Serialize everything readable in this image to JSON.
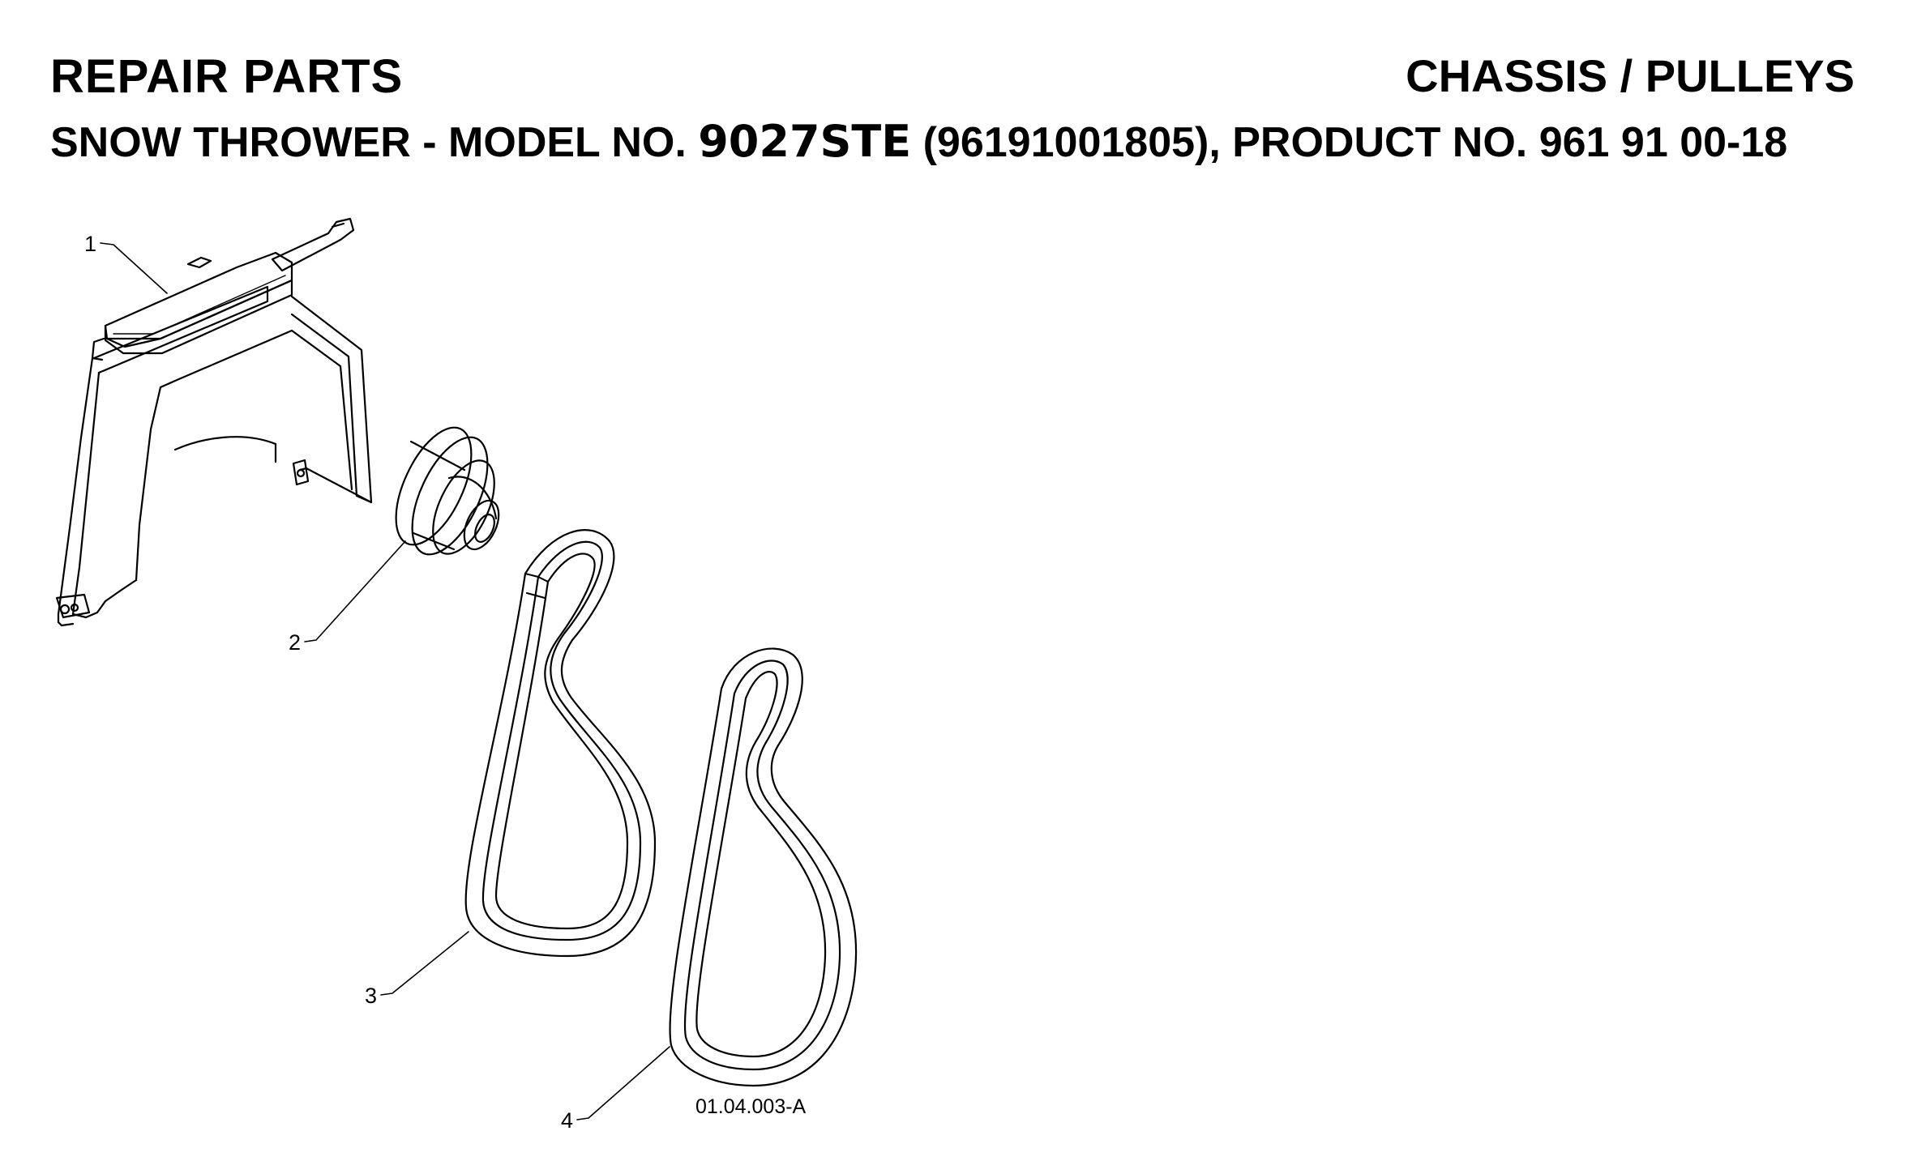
{
  "header": {
    "title": "REPAIR PARTS",
    "section": "CHASSIS / PULLEYS",
    "subtitle_prefix": "SNOW THROWER - MODEL NO. ",
    "model": "9027STE",
    "subtitle_suffix": " (96191001805), PRODUCT NO. 961 91 00-18"
  },
  "callouts": [
    "1",
    "2",
    "3",
    "4"
  ],
  "drawing_code": "01.04.003-A",
  "parts": [
    {
      "number": "1",
      "icon": "belt-cover-icon"
    },
    {
      "number": "2",
      "icon": "pulley-icon"
    },
    {
      "number": "3",
      "icon": "v-belt-icon"
    },
    {
      "number": "4",
      "icon": "v-belt-icon"
    }
  ]
}
